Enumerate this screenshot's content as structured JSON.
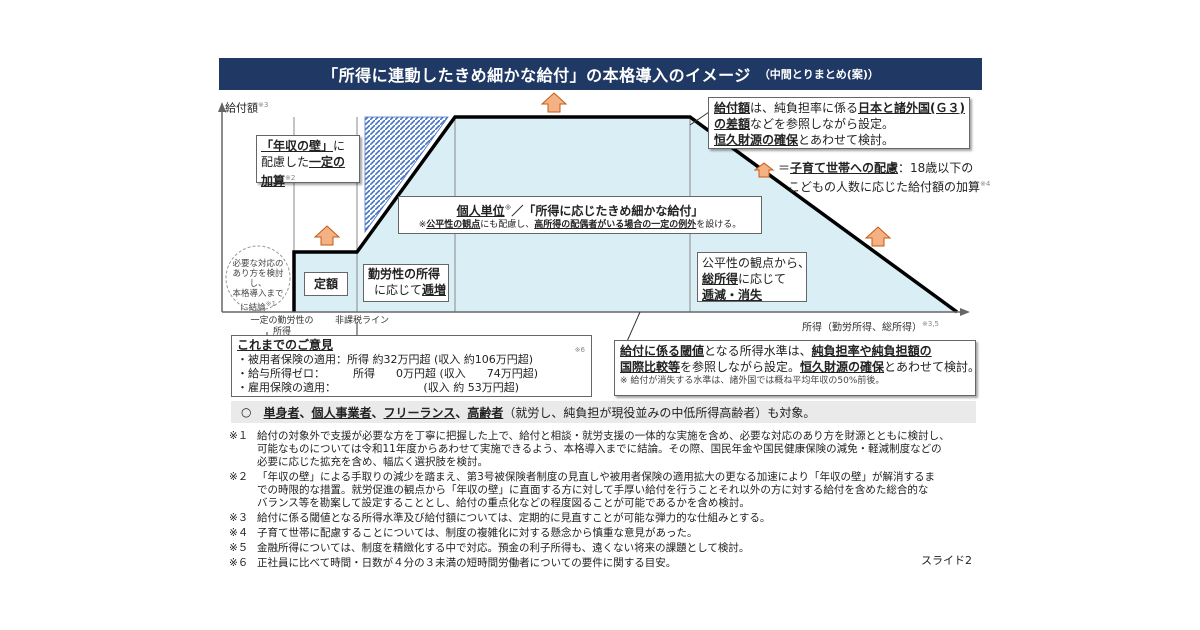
{
  "title": {
    "main": "「所得に連動したきめ細かな給付」の本格導入のイメージ",
    "sub": "（中間とりまとめ(案)）"
  },
  "axes": {
    "y_label": "給付額",
    "y_mark": "※3",
    "x_label": "所得（勤労所得、総所得）",
    "x_mark": "※3,5",
    "x_tick_1": "一定の勤労性の",
    "x_tick_1b": "所得",
    "x_tick_2": "非課税ライン"
  },
  "boxes": {
    "kabe_1": "「年収の壁」",
    "kabe_2": "に",
    "kabe_3": "配慮した",
    "kabe_4": "一定の",
    "kabe_5": "加算",
    "kabe_mark": "※2",
    "kento_1": "必要な対応の",
    "kento_2": "あり方を検討し、",
    "kento_3": "本格導入まで",
    "kento_4": "に結論",
    "kento_mark": "※1",
    "teigaku": "定額",
    "kinro_1": "勤労性の所得",
    "kinro_2": "に応じて",
    "kinro_3": "逓増",
    "kojin_1": "個人単位",
    "kojin_mark": "※",
    "kojin_2": "／「所得に応じたきめ細かな給付」",
    "kojin_sub_1": "※",
    "kojin_sub_2": "公平性の観点",
    "kojin_sub_3": "にも配慮し、",
    "kojin_sub_4": "高所得の配偶者がいる場合の一定の例外",
    "kojin_sub_5": "を設ける。",
    "kohei_1": "公平性の観点から、",
    "kohei_2": "総所得",
    "kohei_3": "に応じて",
    "kohei_4": "逓減・消失",
    "kyufu_1": "給付額",
    "kyufu_2": "は、純負担率に係る",
    "kyufu_3": "日本と諸外国(Ｇ３)",
    "kyufu_4": "の差額",
    "kyufu_5": "などを参照しながら設定。",
    "kyufu_6": "恒久財源の確保",
    "kyufu_7": "とあわせて検討。",
    "kosodate_1": "＝",
    "kosodate_2": "子育て世帯への配慮",
    "kosodate_3": "：18歳以下の",
    "kosodate_4": "こどもの人数に応じた給付額の加算",
    "kosodate_mark": "※4",
    "kako_title": "これまでのご意見",
    "kako_mark": "※6",
    "kako_1": "・被用者保険の適用：所得 約32万円超 (収入 約106万円超)",
    "kako_2": "・給与所得ゼロ：        所得      0万円超 (収入      74万円超)",
    "kako_3": "・雇用保険の適用：                         (収入 約 53万円超)",
    "shikii_1": "給付に係る閾値",
    "shikii_2": "となる所得水準は、",
    "shikii_3": "純負担率や純負担額の",
    "shikii_4": "国際比較等",
    "shikii_5": "を参照しながら設定。",
    "shikii_6": "恒久財源の確保",
    "shikii_7": "とあわせて検討。",
    "shikii_8": "※ 給付が消失する水準は、諸外国では概ね平均年収の50%前後。"
  },
  "target": {
    "mark": "○",
    "p1": "単身者",
    "s1": "、",
    "p2": "個人事業者",
    "s2": "、",
    "p3": "フリーランス",
    "s3": "、",
    "p4": "高齢者",
    "rest": "（就労し、純負担が現役並みの中低所得高齢者）も対象。"
  },
  "notes": [
    {
      "id": "※１",
      "lines": [
        "給付の対象外で支援が必要な方を丁寧に把握した上で、給付と相談・就労支援の一体的な実施を含め、必要な対応のあり方を財源とともに検討し、",
        "可能なものについては令和11年度からあわせて実施できるよう、本格導入までに結論。その際、国民年金や国民健康保険の減免・軽減制度などの",
        "必要に応じた拡充を含め、幅広く選択肢を検討。"
      ]
    },
    {
      "id": "※２",
      "lines": [
        "「年収の壁」による手取りの減少を踏まえ、第3号被保険者制度の見直しや被用者保険の適用拡大の更なる加速により「年収の壁」が解消するま",
        "での時限的な措置。就労促進の観点から「年収の壁」に直面する方に対して手厚い給付を行うことそれ以外の方に対する給付を含めた総合的な",
        "バランス等を勘案して設定することとし、給付の重点化などの程度図ることが可能であるかを含め検討。"
      ]
    },
    {
      "id": "※３",
      "lines": [
        "給付に係る閾値となる所得水準及び給付額については、定期的に見直すことが可能な弾力的な仕組みとする。"
      ]
    },
    {
      "id": "※４",
      "lines": [
        "子育て世帯に配慮することについては、制度の複雑化に対する懸念から慎重な意見があった。"
      ]
    },
    {
      "id": "※５",
      "lines": [
        "金融所得については、制度を精緻化する中で対応。預金の利子所得も、遠くない将来の課題として検討。"
      ]
    },
    {
      "id": "※６",
      "lines": [
        "正社員に比べて時間・日数が４分の３未満の短時間労働者についての要件に関する目安。"
      ]
    }
  ],
  "slide_label": "スライド2",
  "colors": {
    "title_bg": "#1f3864",
    "area_fill": "#daeef6",
    "arrow_fill": "#f4b183",
    "arrow_stroke": "#c55a11",
    "hatch": "#4472c4"
  }
}
